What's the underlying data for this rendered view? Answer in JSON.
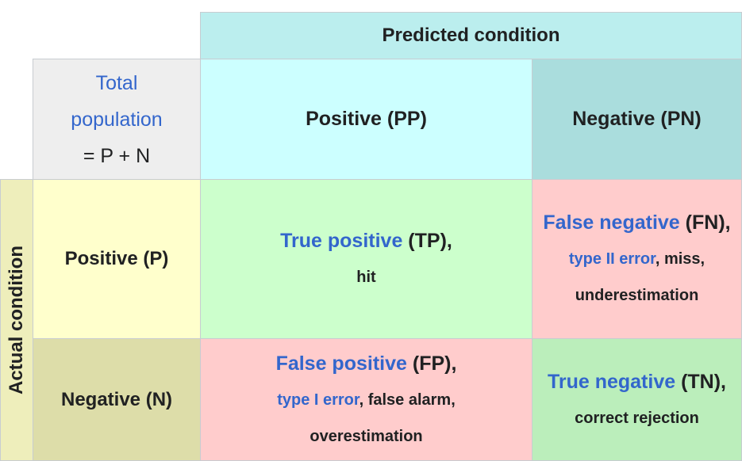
{
  "header": {
    "predicted_condition": "Predicted condition",
    "actual_condition": "Actual condition"
  },
  "corner": {
    "line1": "Total",
    "line2": "population",
    "line3": "= P + N"
  },
  "predicted": {
    "positive": "Positive (PP)",
    "negative": "Negative (PN)"
  },
  "actual": {
    "positive": "Positive (P)",
    "negative": "Negative (N)"
  },
  "tp": {
    "term": "True positive",
    "abbr": " (TP),",
    "line2": "hit"
  },
  "fn": {
    "term": "False negative",
    "abbr": " (FN),",
    "line2_link": "type II error",
    "line2_rest": ", miss,",
    "line3": "underestimation"
  },
  "fp": {
    "term": "False positive",
    "abbr": " (FP),",
    "line2_link": "type I error",
    "line2_rest": ", false alarm,",
    "line3": "overestimation"
  },
  "tn": {
    "term": "True negative",
    "abbr": " (TN),",
    "line2": "correct rejection"
  },
  "colors": {
    "predicted_header": "#bbeeee",
    "corner": "#eeeeee",
    "predicted_positive": "#ccffff",
    "predicted_negative": "#aadddd",
    "actual_header": "#eeeebb",
    "actual_positive": "#ffffcc",
    "actual_negative": "#dddda9",
    "true_cell": "#ccffcc",
    "false_cell": "#ffcccc",
    "true_negative_cell": "#bbeebb",
    "link": "#3366cc"
  }
}
